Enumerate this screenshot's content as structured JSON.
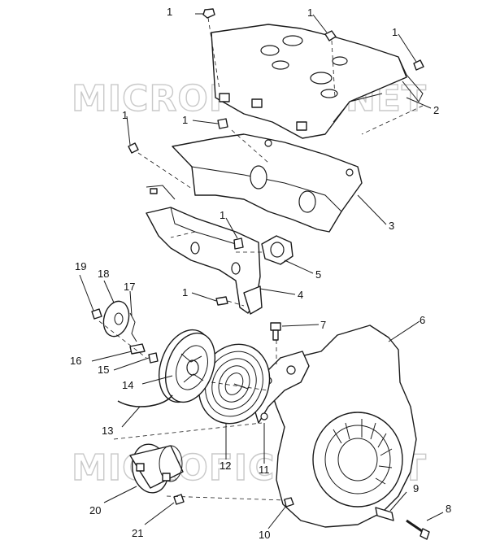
{
  "watermark": {
    "text": "MICROFICHE.NET"
  },
  "callouts": {
    "c1a": "1",
    "c1b": "1",
    "c1c": "1",
    "c1d": "1",
    "c1e": "1",
    "c1f": "1",
    "c1g": "1",
    "c2": "2",
    "c3": "3",
    "c4": "4",
    "c5": "5",
    "c6": "6",
    "c7": "7",
    "c8": "8",
    "c9": "9",
    "c10": "10",
    "c11": "11",
    "c12": "12",
    "c13": "13",
    "c14": "14",
    "c15": "15",
    "c16": "16",
    "c17": "17",
    "c18": "18",
    "c19": "19",
    "c20": "20",
    "c21": "21"
  },
  "colors": {
    "line": "#1a1a1a",
    "watermark": "#c9c9c9",
    "background": "#ffffff"
  }
}
